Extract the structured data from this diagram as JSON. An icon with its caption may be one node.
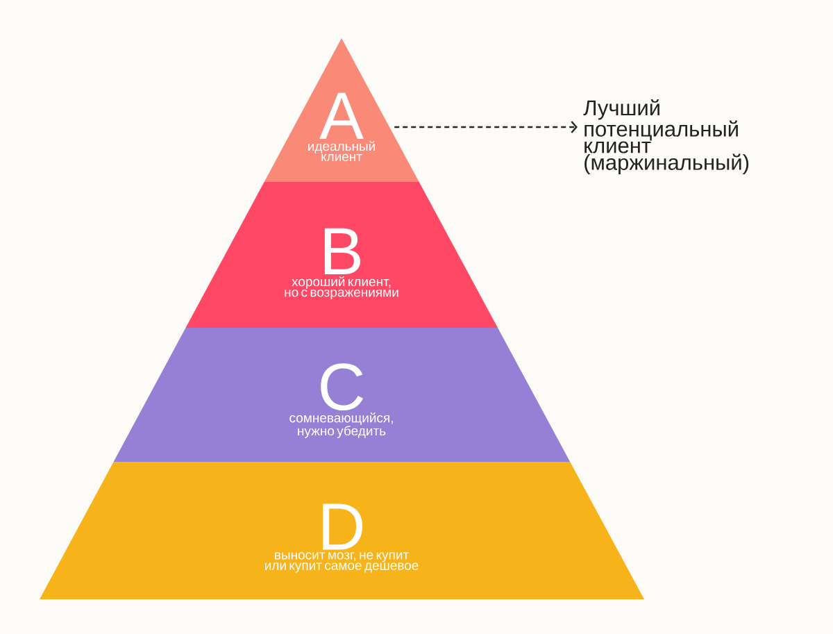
{
  "diagram": {
    "nodes": [
      {
        "text": [
          "A",
          "идеальный клиент"
        ]
      },
      {
        "text": [
          "B",
          "хороший клиент, но с возражениями"
        ]
      },
      {
        "text": [
          "C",
          "сомневающийся, нужно убедить"
        ]
      },
      {
        "text": [
          "D",
          "выносит мозг, не купит или купит самое дешевое"
        ]
      },
      {
        "text": [
          "Лучший потенциальный клиент (маржинальный)"
        ]
      }
    ],
    "edges": [
      {
        "from": 0,
        "to": 4,
        "arrow": "to",
        "style": "dashed"
      }
    ]
  }
}
